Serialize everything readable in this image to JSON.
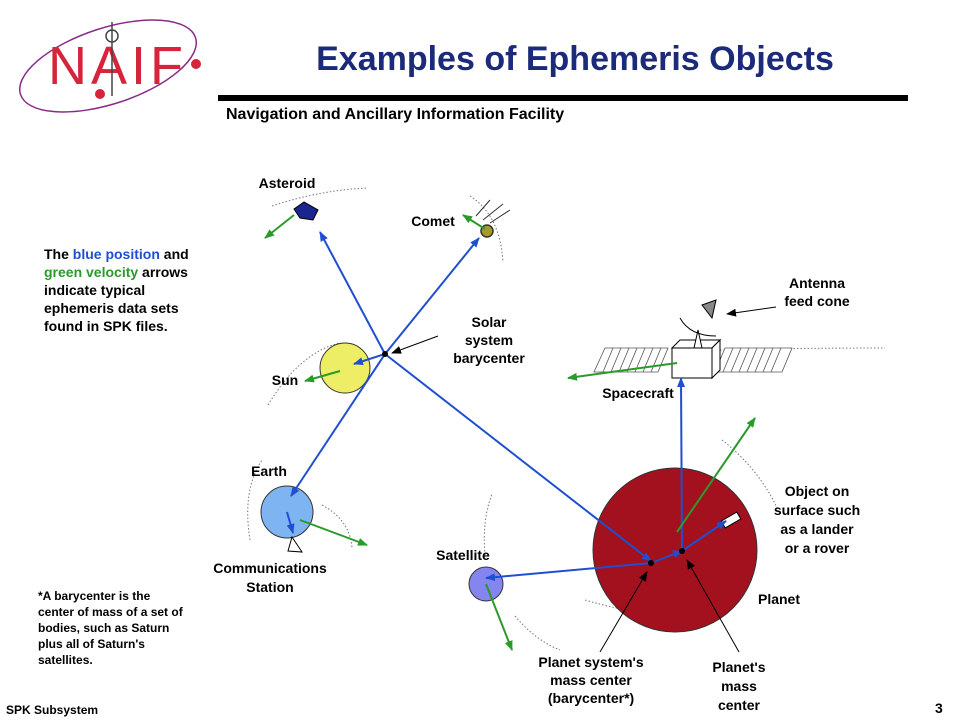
{
  "header": {
    "logo_text": "NAIF",
    "title": "Examples of Ephemeris Objects",
    "subtitle": "Navigation and Ancillary Information Facility"
  },
  "legend_note": {
    "prefix": "The ",
    "blue_text": "blue position",
    "middle": " and ",
    "green_text": "green velocity",
    "suffix": " arrows indicate typical ephemeris data sets found in SPK files."
  },
  "footnote": "*A barycenter is the center of mass of a set of bodies, such as Saturn plus all of Saturn's satellites.",
  "labels": {
    "asteroid": "Asteroid",
    "comet": "Comet",
    "solar_barycenter": [
      "Solar",
      "system",
      "barycenter"
    ],
    "sun": "Sun",
    "earth": "Earth",
    "comm_station": [
      "Communications",
      "Station"
    ],
    "satellite": "Satellite",
    "antenna": [
      "Antenna",
      "feed cone"
    ],
    "spacecraft": "Spacecraft",
    "lander": [
      "Object on",
      "surface such",
      "as a lander",
      "or a rover"
    ],
    "planet": "Planet",
    "planet_barycenter": [
      "Planet system's",
      "mass center",
      "(barycenter*)"
    ],
    "planet_mass_center": [
      "Planet's",
      "mass",
      "center"
    ]
  },
  "footer": {
    "left": "SPK Subsystem",
    "page": "3"
  },
  "colors": {
    "position_arrow": "#1f4fd0",
    "velocity_arrow": "#2a9a2a",
    "title": "#1c2a7a",
    "logo_red": "#d6243a",
    "planet": "#a3101e",
    "sun": "#eded66",
    "earth": "#7fb4f3",
    "satellite": "#8585f0"
  }
}
